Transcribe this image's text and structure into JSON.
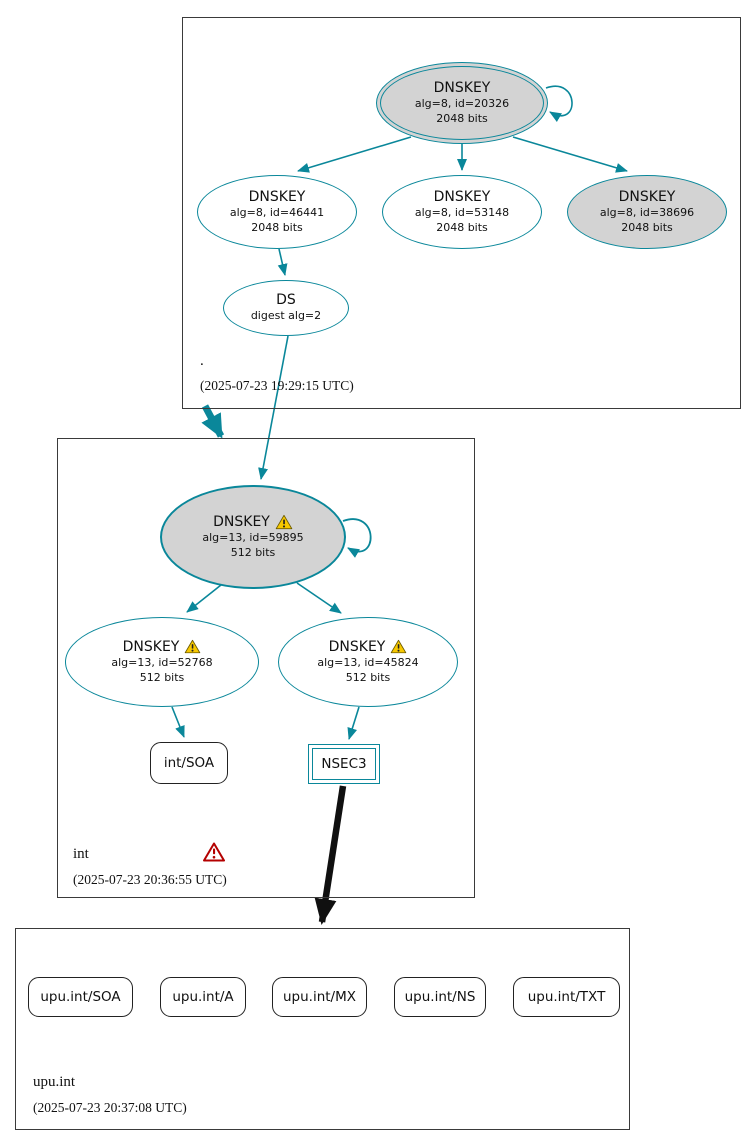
{
  "colors": {
    "teal": "#0a879a",
    "node_gray_fill": "#d3d3d3",
    "arrow_black": "#101010",
    "warning_yellow": "#f7c800",
    "error_red": "#b40000"
  },
  "zones": {
    "root": {
      "label": ".",
      "timestamp": "(2025-07-23 19:29:15 UTC)",
      "nodes": {
        "ksk": {
          "title": "DNSKEY",
          "detail1": "alg=8, id=20326",
          "detail2": "2048 bits"
        },
        "zsk_46441": {
          "title": "DNSKEY",
          "detail1": "alg=8, id=46441",
          "detail2": "2048 bits"
        },
        "zsk_53148": {
          "title": "DNSKEY",
          "detail1": "alg=8, id=53148",
          "detail2": "2048 bits"
        },
        "zsk_38696": {
          "title": "DNSKEY",
          "detail1": "alg=8, id=38696",
          "detail2": "2048 bits"
        },
        "ds": {
          "title": "DS",
          "detail1": "digest alg=2"
        }
      }
    },
    "int": {
      "label": "int",
      "timestamp": "(2025-07-23 20:36:55 UTC)",
      "nodes": {
        "ksk_59895": {
          "title": "DNSKEY",
          "detail1": "alg=13, id=59895",
          "detail2": "512 bits"
        },
        "zsk_52768": {
          "title": "DNSKEY",
          "detail1": "alg=13, id=52768",
          "detail2": "512 bits"
        },
        "zsk_45824": {
          "title": "DNSKEY",
          "detail1": "alg=13, id=45824",
          "detail2": "512 bits"
        },
        "soa": {
          "label": "int/SOA"
        },
        "nsec3": {
          "label": "NSEC3"
        }
      }
    },
    "upu": {
      "label": "upu.int",
      "timestamp": "(2025-07-23 20:37:08 UTC)",
      "rrsets": [
        "upu.int/SOA",
        "upu.int/A",
        "upu.int/MX",
        "upu.int/NS",
        "upu.int/TXT"
      ]
    }
  }
}
